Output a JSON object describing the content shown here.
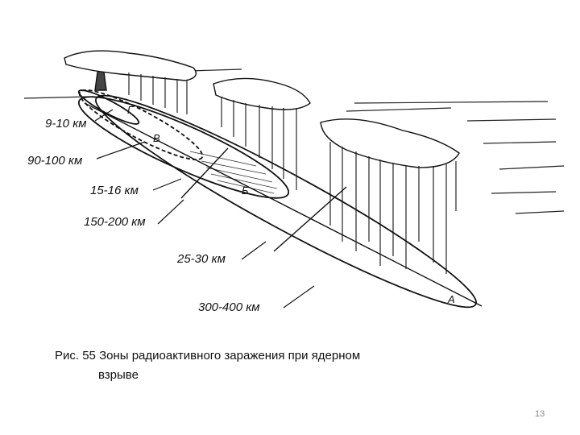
{
  "figure": {
    "distance_labels": [
      "9-10 км",
      "90-100 км",
      "15-16 км",
      "150-200 км",
      "25-30 км",
      "300-400 км"
    ],
    "zone_letters": [
      "Г",
      "В",
      "Б",
      "А"
    ]
  },
  "caption": {
    "line1": "Рис. 55  Зоны радиоактивного заражения при ядерном",
    "line2": "взрыве"
  },
  "page_number": "13",
  "colors": {
    "ink": "#111111",
    "background": "#ffffff",
    "page_number": "#8a8a8a"
  }
}
